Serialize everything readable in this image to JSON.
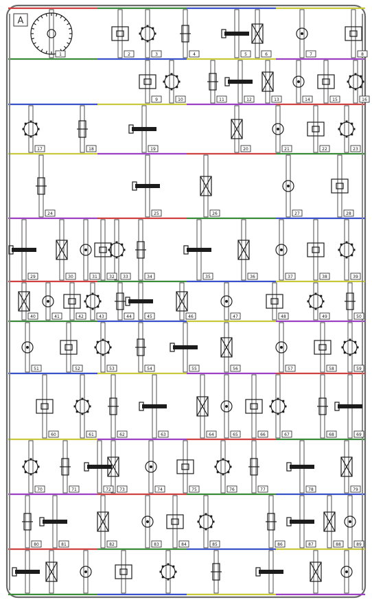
{
  "logo_text": "A",
  "runner_colors": [
    "#d04040",
    "#3a8a3a",
    "#3a50c8",
    "#c8c83a",
    "#9a40c0"
  ],
  "part_labels": [
    "1",
    "2",
    "3",
    "4",
    "5",
    "6",
    "7",
    "8",
    "9",
    "10",
    "11",
    "12",
    "13",
    "14",
    "15",
    "16",
    "17",
    "18",
    "19",
    "20",
    "21",
    "22",
    "23",
    "24",
    "25",
    "26",
    "27",
    "28",
    "29",
    "30",
    "31",
    "32",
    "33",
    "34",
    "35",
    "36",
    "37",
    "38",
    "39",
    "40",
    "41",
    "42",
    "43",
    "44",
    "45",
    "46",
    "47",
    "48",
    "49",
    "50",
    "51",
    "52",
    "53",
    "54",
    "55",
    "56",
    "57",
    "58",
    "59",
    "60",
    "61",
    "62",
    "63",
    "64",
    "65",
    "66",
    "67",
    "68",
    "69",
    "70",
    "71",
    "72",
    "73",
    "74",
    "75",
    "76",
    "77",
    "78",
    "79",
    "80",
    "81",
    "82",
    "83",
    "84",
    "85",
    "86",
    "87",
    "88",
    "89"
  ]
}
